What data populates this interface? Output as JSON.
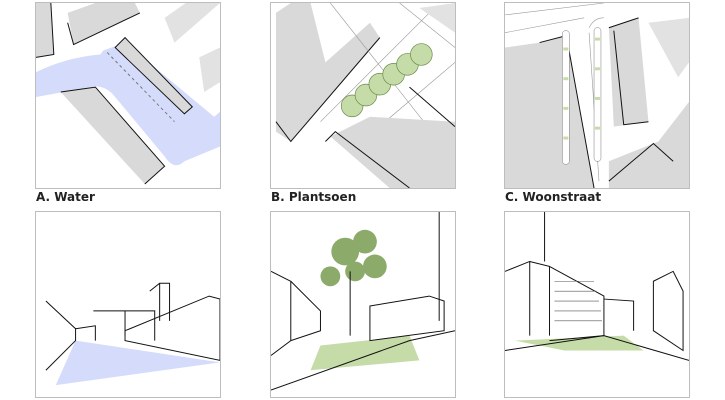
{
  "panels": [
    {
      "label": "A. Water",
      "theme": "water"
    },
    {
      "label": "B. Plantsoen",
      "theme": "park"
    },
    {
      "label": "C. Woonstraat",
      "theme": "residential-street"
    }
  ],
  "colors": {
    "building": "#d9d9d9",
    "water": "#d4dbfb",
    "green": "#c6dca8",
    "line": "#111111",
    "border": "#bdbdbd"
  }
}
